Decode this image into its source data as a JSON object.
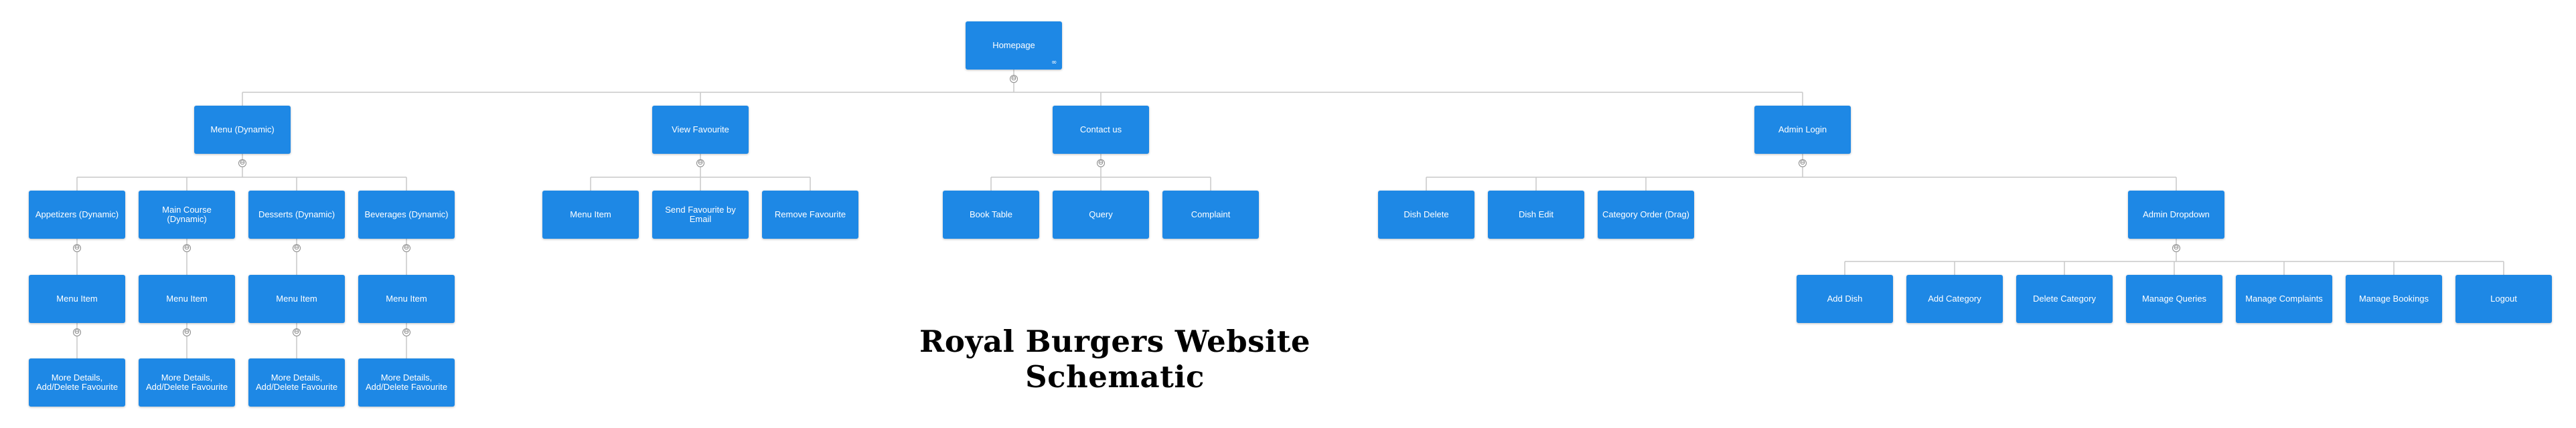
{
  "title": "Royal Burgers Website Schematic",
  "nodes": {
    "homepage": "Homepage",
    "menu_dynamic": "Menu (Dynamic)",
    "view_favourite": "View Favourite",
    "contact_us": "Contact us",
    "admin_login": "Admin Login",
    "appetizers": "Appetizers (Dynamic)",
    "main_course": "Main Course (Dynamic)",
    "desserts": "Desserts (Dynamic)",
    "beverages": "Beverages (Dynamic)",
    "menu_item": "Menu Item",
    "more_details": "More Details, Add/Delete Favourite",
    "send_favourite_email": "Send Favourite by Email",
    "remove_favourite": "Remove Favourite",
    "book_table": "Book Table",
    "query": "Query",
    "complaint": "Complaint",
    "dish_delete": "Dish Delete",
    "dish_edit": "Dish Edit",
    "category_order": "Category Order (Drag)",
    "admin_dropdown": "Admin Dropdown",
    "add_dish": "Add Dish",
    "add_category": "Add Category",
    "delete_category": "Delete Category",
    "manage_queries": "Manage Queries",
    "manage_complaints": "Manage Complaints",
    "manage_bookings": "Manage Bookings",
    "logout": "Logout"
  },
  "toggle_symbol": "⊖",
  "link_icon": "link-icon",
  "colors": {
    "node": "#1e88e5",
    "node_text": "#ffffff",
    "connector": "#c8c8c8",
    "title": "#000000"
  }
}
